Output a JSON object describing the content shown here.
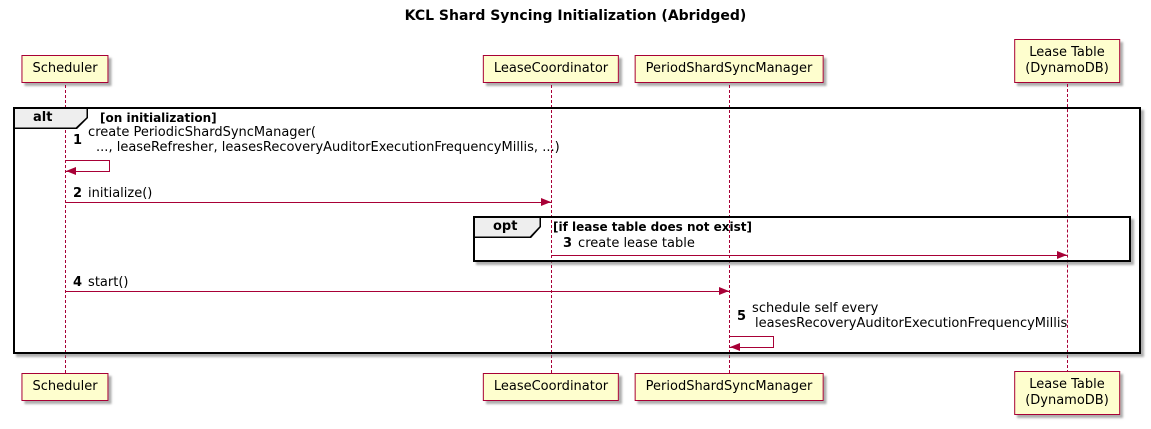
{
  "title": "KCL Shard Syncing Initialization (Abridged)",
  "participants": {
    "scheduler": {
      "label": "Scheduler"
    },
    "lease_coordinator": {
      "label": "LeaseCoordinator"
    },
    "period_shard_sync_manager": {
      "label": "PeriodShardSyncManager"
    },
    "lease_table": {
      "line1": "Lease Table",
      "line2": "(DynamoDB)"
    }
  },
  "alt_frame": {
    "operator": "alt",
    "condition": "[on initialization]"
  },
  "opt_frame": {
    "operator": "opt",
    "condition": "[if lease table does not exist]"
  },
  "messages": {
    "m1": {
      "num": "1",
      "line1": "create PeriodicShardSyncManager(",
      "line2": "..., leaseRefresher, leasesRecoveryAuditorExecutionFrequencyMillis, ...)"
    },
    "m2": {
      "num": "2",
      "text": "initialize()"
    },
    "m3": {
      "num": "3",
      "text": "create lease table"
    },
    "m4": {
      "num": "4",
      "text": "start()"
    },
    "m5": {
      "num": "5",
      "line1": "schedule self every",
      "line2": "leasesRecoveryAuditorExecutionFrequencyMillis"
    }
  },
  "colors": {
    "participant_fill": "#FEFECE",
    "participant_border": "#A80036",
    "message_color": "#A80036",
    "lifeline_color": "#A80036",
    "frame_border": "#000000",
    "operator_tab_fill": "#EEEEEE",
    "background": "#FFFFFF",
    "text": "#000000"
  }
}
